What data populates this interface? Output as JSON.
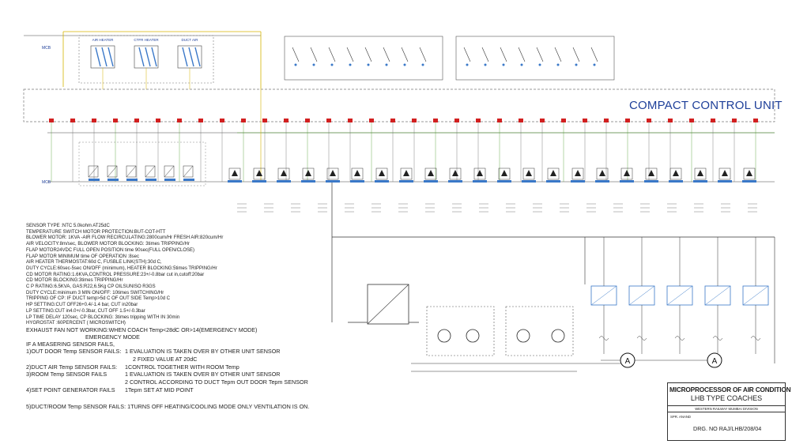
{
  "title_block": {
    "title": "MICROPROCESSOR OF AIR CONDITION",
    "subtitle": "LHB TYPE COACHES",
    "division": "WESTERN RAILWAY MUMBAI DIVISION",
    "author": "SPR. ANAND",
    "drawing_no": "DRG. NO RAJ/LHB/208/04"
  },
  "control_unit_label": "COMPACT CONTROL UNIT",
  "heater_labels": [
    "AIR HEATER",
    "CTFR HEATER",
    "DUCT AIR"
  ],
  "breaker_labels": [
    "MCB",
    "MCB"
  ],
  "notes": [
    "SENSOR TYPE :NTC 5.0kohm AT25dC",
    "TEMPERATURE SWITCH MOTOR PROTECTION:BUT-COT-HTT",
    "BLOWER MOTOR: 1KVA -AIR FLOW RECIRCULATING:2800cum/Hr FRESH AIR:820cum/Hr",
    "AIR VELOCITY:8m/sec, BLOWER MOTOR BLOCKING: 3times TRIPPING/Hr",
    "FLAP MOTOR24VDC FULL OPEN POSITION time 90sec(FULL OPEN/CLOSE)",
    "FLAP MOTOR MINIMUM time OF OPERATION :8sec",
    "AIR HEATER THERMOSTAT:60d C, FUSBLE LINK(STH):30d C,",
    "DUTY CYCLE:60sec-5sec ON/OFF (minimum), HEATER BLOCKING:5times TRIPPING/Hr",
    "CD MOTOR RATING:1.6KVA,CONTROL PRESSURE:23+/-0.8bar cut in,cutoff:20bar",
    "CD MOTOR BLOCKING:3times TRIPPING/Hr",
    "C P RATING:6.5KVA, GAS:R22,6.5Kg  CP OILSUNISO R3GS",
    "DUTY CYCLE:minimum 3 MIN ON/OFF: 10times SWITCHING/Hr",
    "TRIPPING OF CP: IF DUCT temp>5d C OF OUT SIDE Temp>10d C",
    "HP SETTING:CUT OFF26+0.4/-1.4 bar, CUT in20bar",
    "LP SETTING:CUT in4.0+/-0.3bar, CUT OFF 1.5+/-0.3bar",
    "LP TIME DELAY 120sec, CP BLOCKING: 3times tripping WITH IN 30min",
    "HYGROSTAT :60PERCENT ( MICROSWITCH)",
    "EXHAUST FAN NOT WORKING:WHEN COACH Temp<28dC OR>14(EMERGENCY MODE)",
    "EMERGENCY MODE",
    "IF A MEASERING SENSOR FAILS,"
  ],
  "sensor_failures": [
    {
      "label": "1)OUT DOOR Temp SENSOR FAILS:",
      "actions": [
        "1 EVALUATION IS TAKEN OVER BY OTHER UNIT SENSOR",
        "2  FIXED VALUE AT 20dC"
      ]
    },
    {
      "label": "2)DUCT AIR Temp SENSOR FAILS:",
      "actions": [
        "1CONTROL TOGETHER WITH ROOM Temp"
      ]
    },
    {
      "label": "3)ROOM Temp SENSOR FAILS",
      "actions": [
        "1 EVALUATION IS TAKEN OVER BY OTHER UNIT SENSOR",
        "2 CONTROL ACCORDING TO DUCT Tepm OUT DOOR Tepm SENSOR"
      ]
    },
    {
      "label": "4)SET POINT GENERATOR FAILS",
      "actions": [
        "1Tepm SET AT MID POINT"
      ]
    },
    {
      "label": "5)DUCT/ROOM Temp SENSOR FAILS:",
      "actions": [
        "1TURNS OFF HEATING/COOLING MODE ONLY VENTILATION IS ON."
      ]
    }
  ],
  "colors": {
    "schematic_blue": "#1e3f99",
    "relay_red": "#d22020",
    "wire_yellow": "#d6b400",
    "wire_green": "#4a9a2a",
    "motor_blue": "#3a78c8"
  }
}
